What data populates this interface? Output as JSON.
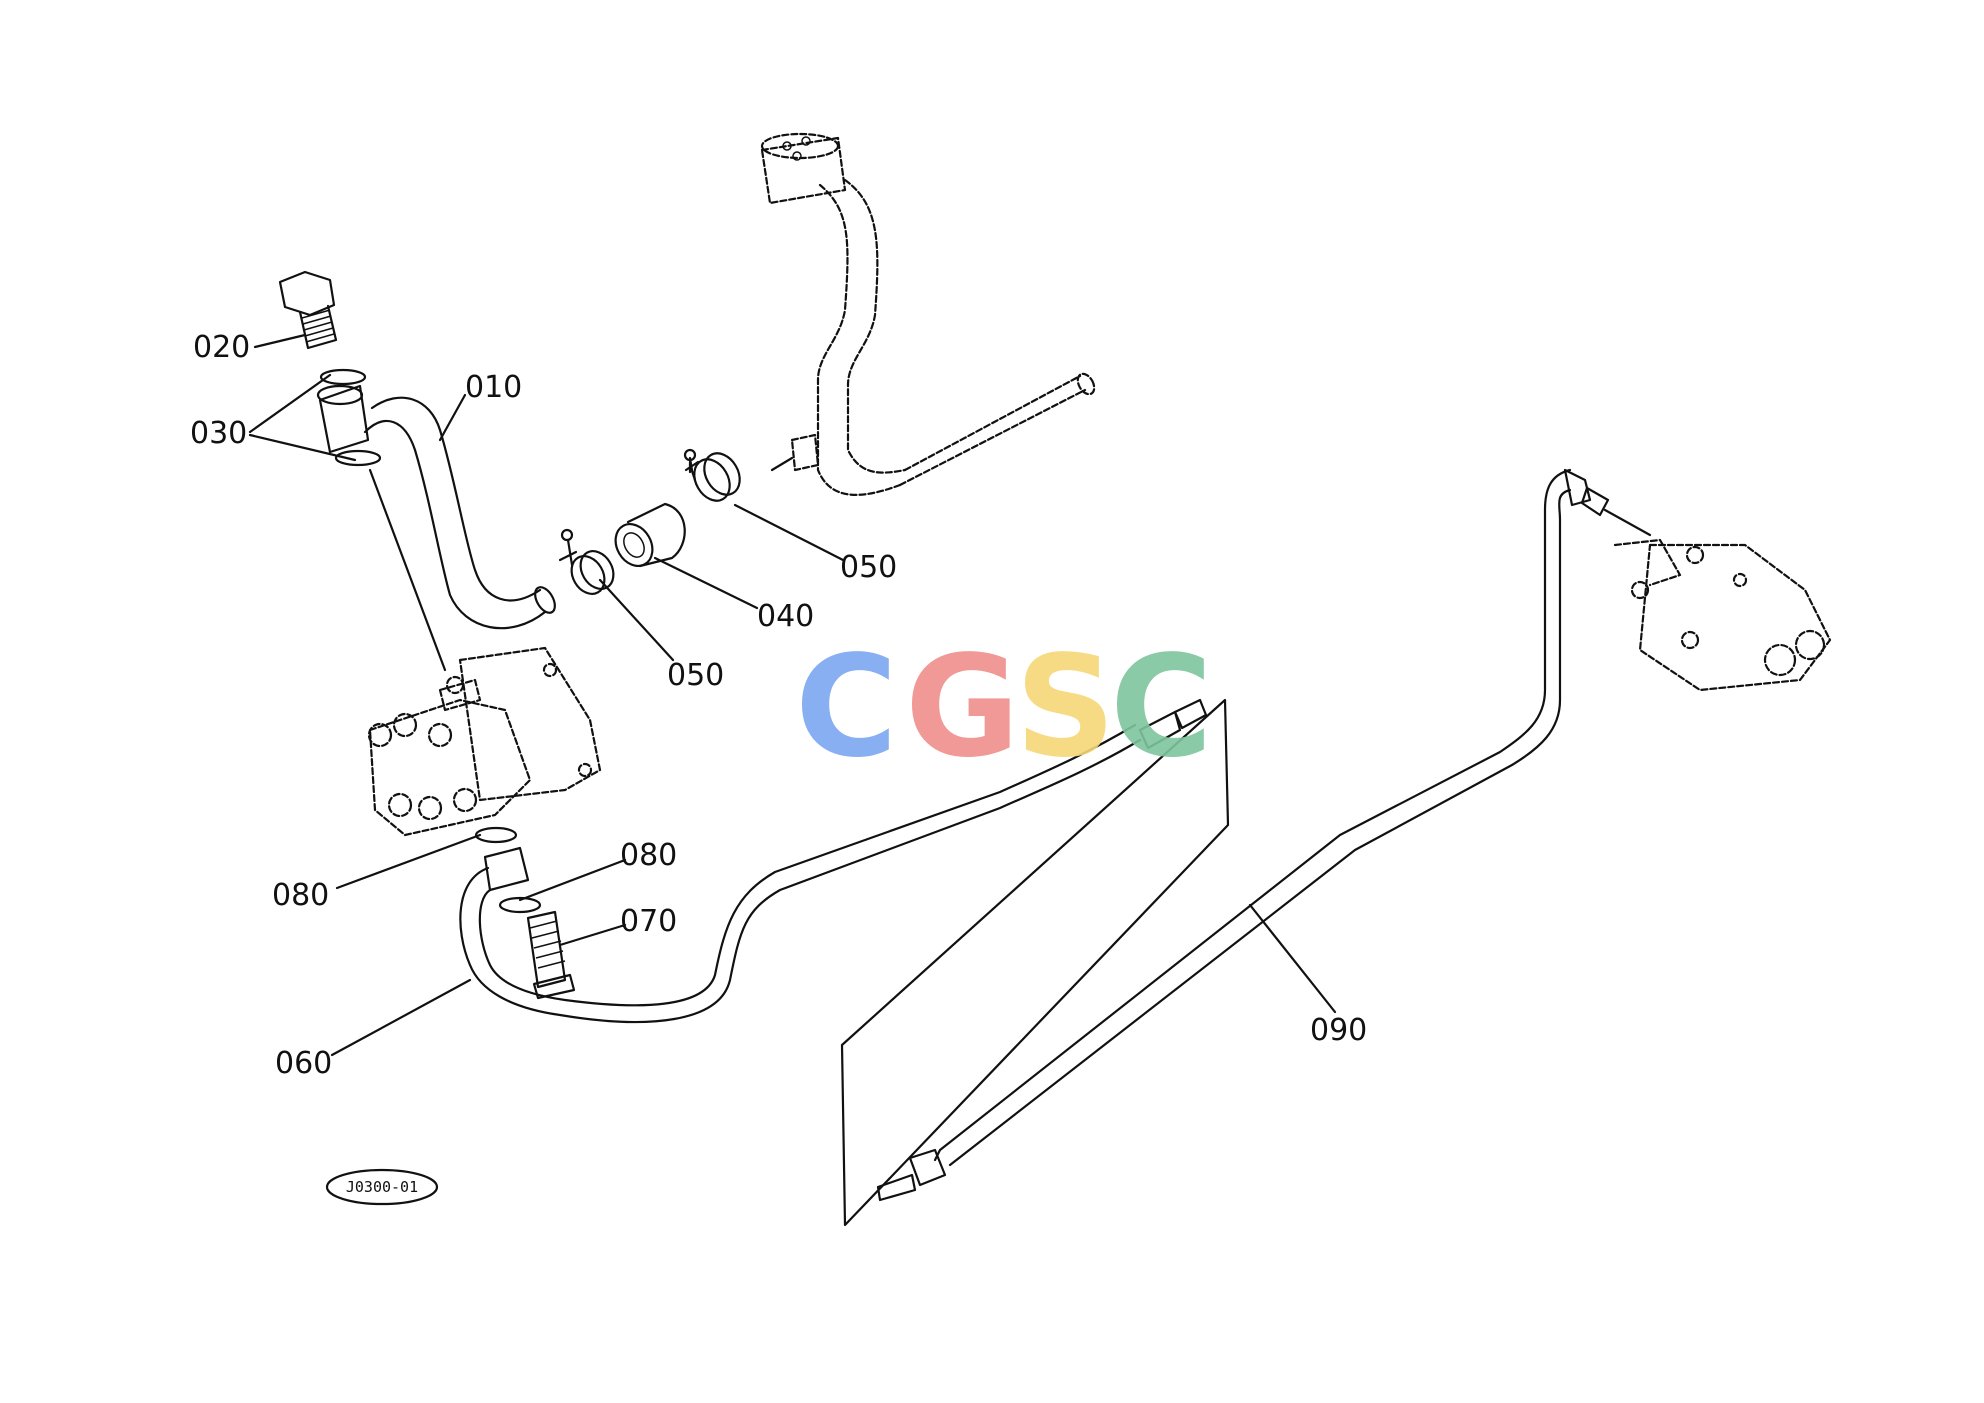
{
  "diagram": {
    "labels": {
      "p010": "010",
      "p020": "020",
      "p030": "030",
      "p040": "040",
      "p050a": "050",
      "p050b": "050",
      "p060": "060",
      "p070": "070",
      "p080a": "080",
      "p080b": "080",
      "p090": "090"
    },
    "reference_code": "J0300-01"
  },
  "watermark": {
    "letters": [
      "C",
      "G",
      "S",
      "C"
    ],
    "colors": [
      "#7ba7f0",
      "#ef8f8b",
      "#f7d877",
      "#7fc59d"
    ]
  }
}
